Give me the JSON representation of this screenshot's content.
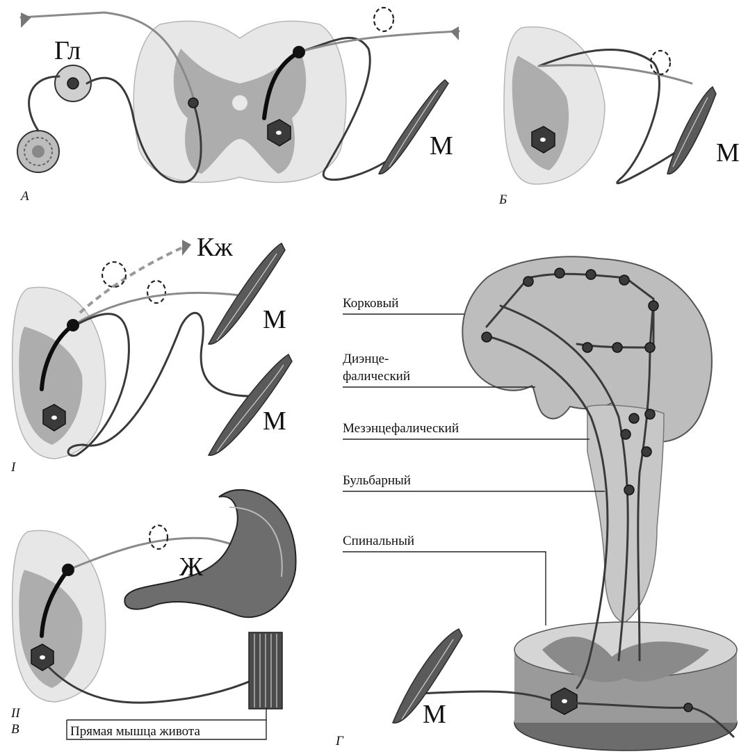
{
  "labels": {
    "ganglion": "Гл",
    "muscle": "М",
    "skin": "Кж",
    "stomach": "Ж",
    "panel_a": "А",
    "panel_b": "Б",
    "panel_v": "В",
    "panel_g": "Г",
    "roman_1": "I",
    "roman_2": "II",
    "rectus": "Прямая мышца живота"
  },
  "levels": [
    "Корковый",
    "Диэнце-",
    "фалический",
    "Мезэнцефалический",
    "Бульбарный",
    "Спинальный"
  ]
}
